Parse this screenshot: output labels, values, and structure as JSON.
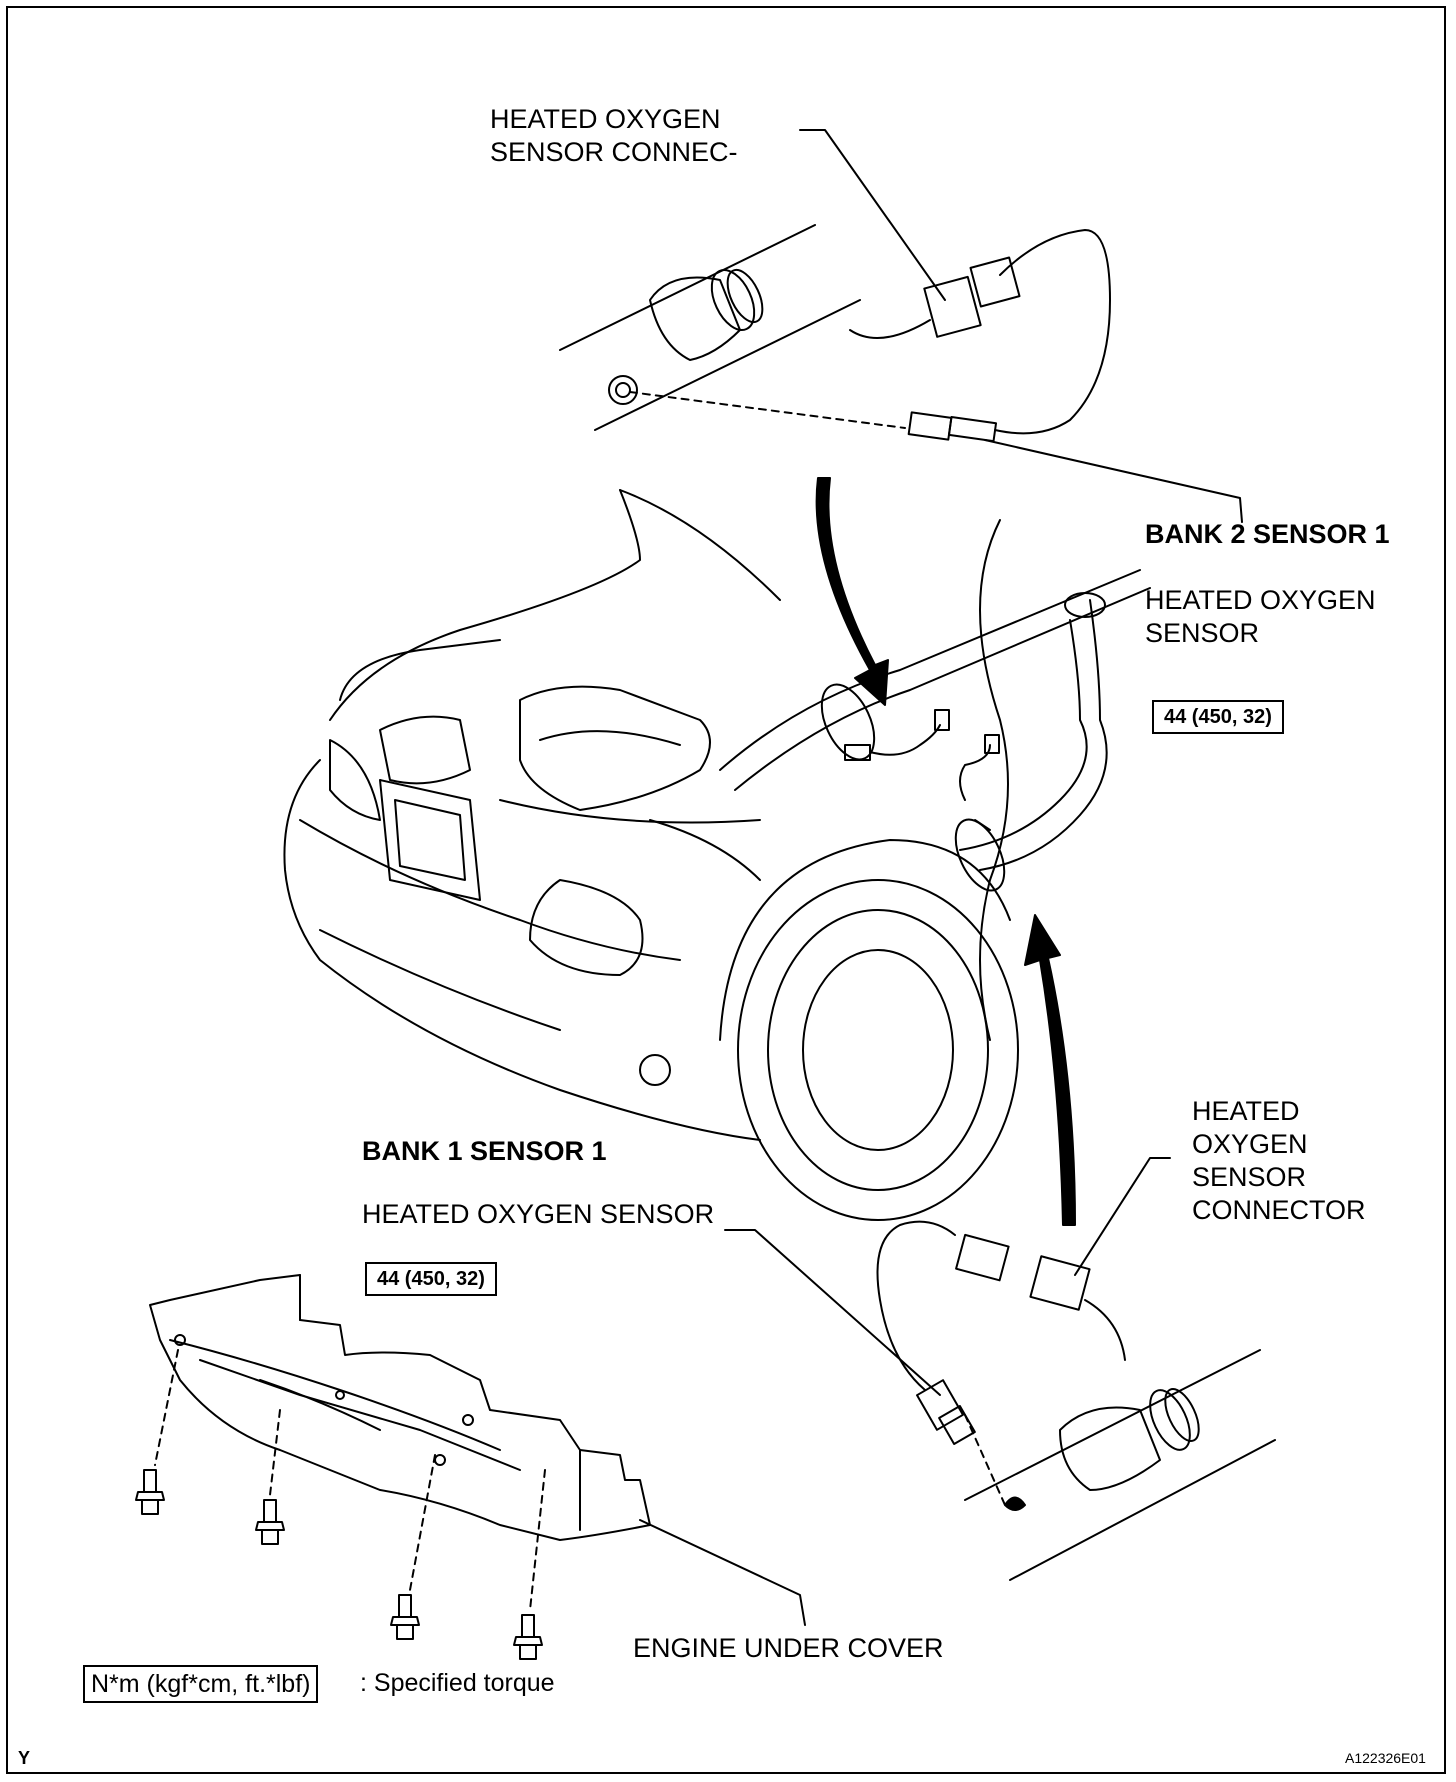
{
  "labels": {
    "bank2_connector": [
      "HEATED OXYGEN",
      "SENSOR CONNEC-"
    ],
    "bank2_heading": "BANK 2 SENSOR 1",
    "bank2_sensor": [
      "HEATED OXYGEN",
      "SENSOR"
    ],
    "bank1_heading": "BANK 1 SENSOR 1",
    "bank1_sensor": "HEATED OXYGEN SENSOR",
    "bank1_connector": [
      "HEATED",
      "OXYGEN",
      "SENSOR",
      "CONNECTOR"
    ],
    "engine_under_cover": "ENGINE UNDER COVER"
  },
  "torque": {
    "bank2": "44 (450, 32)",
    "bank1": "44 (450, 32)"
  },
  "legend": {
    "unit": "N*m (kgf*cm, ft.*lbf)",
    "description": ": Specified torque"
  },
  "footer": {
    "corner_mark": "Y",
    "figure_id": "A122326E01"
  }
}
